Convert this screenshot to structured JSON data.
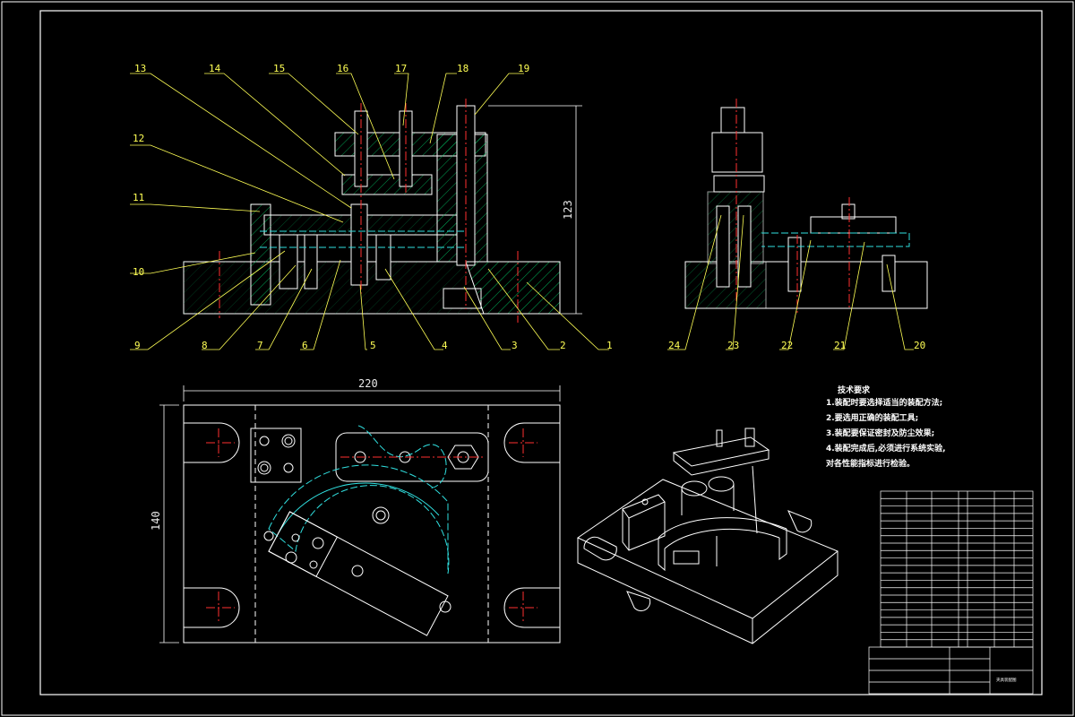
{
  "drawing": {
    "part_numbers_top": [
      "13",
      "14",
      "15",
      "16",
      "17",
      "18",
      "19"
    ],
    "part_numbers_left": [
      "12",
      "11",
      "10"
    ],
    "part_numbers_bottom": [
      "9",
      "8",
      "7",
      "6",
      "5",
      "4",
      "3",
      "2",
      "1"
    ],
    "part_numbers_side": [
      "24",
      "23",
      "22",
      "21",
      "20"
    ],
    "dim_height": "123",
    "dim_width": "220",
    "dim_depth": "140",
    "tech_title": "技术要求",
    "tech_lines": [
      "1.装配时要选择适当的装配方法;",
      "2.要选用正确的装配工具;",
      "3.装配要保证密封及防尘效果;",
      "4.装配完成后,必须进行系统实验,",
      "对各性能指标进行检验。"
    ],
    "title_block": {
      "drawing_name": "夹具装配图",
      "rows": 21
    }
  },
  "colors": {
    "outline": "#ffffff",
    "hatch": "#00c060",
    "leader": "#ffff55",
    "center": "#ff3030",
    "hidden": "#40a0ff",
    "phantom": "#30e0e0"
  }
}
